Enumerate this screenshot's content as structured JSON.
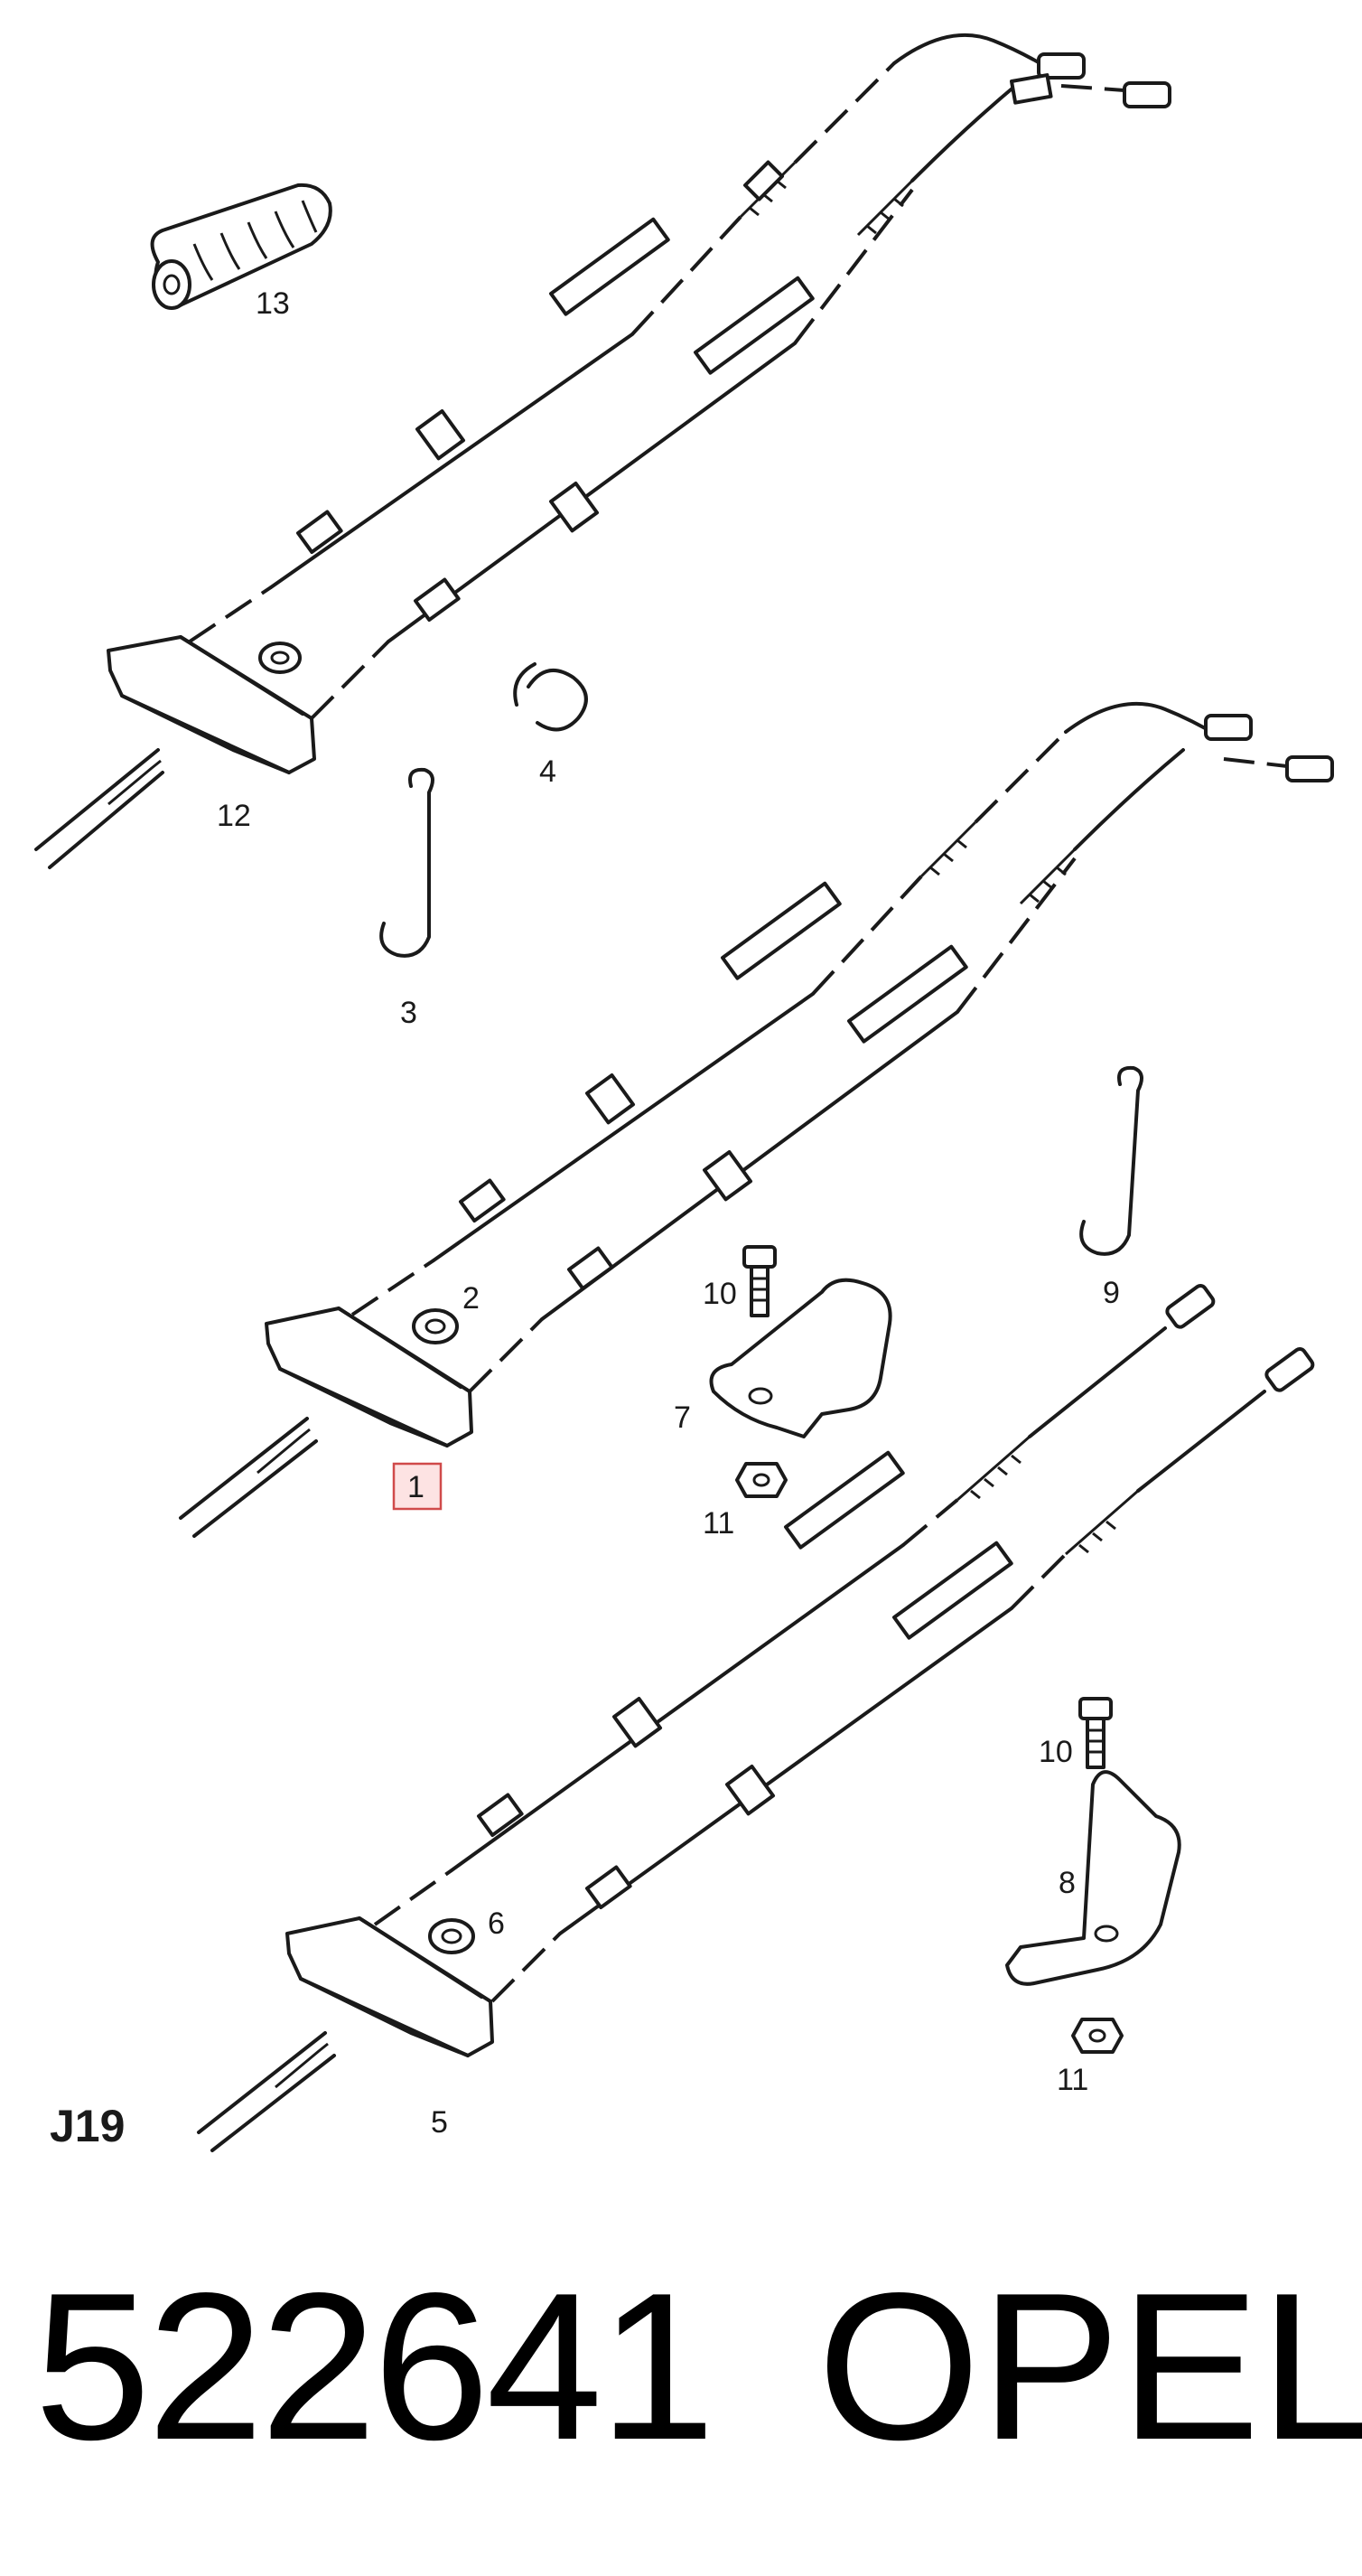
{
  "diagram": {
    "callouts": {
      "c1": "1",
      "c2": "2",
      "c3": "3",
      "c4": "4",
      "c5": "5",
      "c6": "6",
      "c7": "7",
      "c8": "8",
      "c9": "9",
      "c10a": "10",
      "c10b": "10",
      "c11a": "11",
      "c11b": "11",
      "c12": "12",
      "c13": "13"
    },
    "highlighted_callout": "1",
    "figure_code": "J19",
    "highlight_color": "#d04a4a"
  },
  "footer": {
    "part_number": "522641",
    "brand": "OPEL"
  }
}
